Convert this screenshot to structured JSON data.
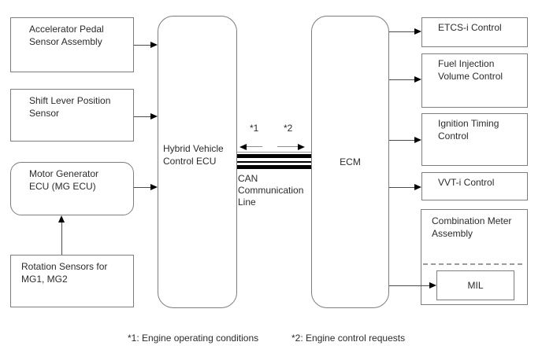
{
  "boxes": {
    "accelerator": {
      "label": "Accelerator Pedal\nSensor Assembly"
    },
    "shift": {
      "label": "Shift Lever Position\nSensor"
    },
    "mg_ecu": {
      "label": "Motor Generator\nECU (MG ECU)"
    },
    "rotation": {
      "label": "Rotation Sensors for\nMG1, MG2"
    },
    "hv_ecu": {
      "label": "Hybrid Vehicle\nControl ECU"
    },
    "ecm": {
      "label": "ECM"
    },
    "etcs": {
      "label": "ETCS-i Control"
    },
    "fuel": {
      "label": "Fuel Injection\nVolume Control"
    },
    "ignition": {
      "label": "Ignition Timing\nControl"
    },
    "vvt": {
      "label": "VVT-i Control"
    },
    "combination_meter": {
      "label": "Combination Meter\nAssembly"
    },
    "mil": {
      "label": "MIL"
    }
  },
  "can": {
    "label": "CAN\nCommunication\nLine",
    "ref1": "*1",
    "ref2": "*2"
  },
  "footnotes": {
    "note1": "*1: Engine operating conditions",
    "note2": "*2: Engine control requests"
  },
  "connections": [
    {
      "from": "Accelerator Pedal Sensor Assembly",
      "to": "Hybrid Vehicle Control ECU"
    },
    {
      "from": "Shift Lever Position Sensor",
      "to": "Hybrid Vehicle Control ECU"
    },
    {
      "from": "Motor Generator ECU (MG ECU)",
      "to": "Hybrid Vehicle Control ECU"
    },
    {
      "from": "Rotation Sensors for MG1, MG2",
      "to": "Motor Generator ECU (MG ECU)"
    },
    {
      "from": "Hybrid Vehicle Control ECU",
      "to": "ECM",
      "via": "CAN Communication Line",
      "left_arrow": "*1",
      "right_arrow": "*2"
    },
    {
      "from": "ECM",
      "to": "ETCS-i Control"
    },
    {
      "from": "ECM",
      "to": "Fuel Injection Volume Control"
    },
    {
      "from": "ECM",
      "to": "Ignition Timing Control"
    },
    {
      "from": "ECM",
      "to": "VVT-i Control"
    },
    {
      "from": "ECM",
      "to": "MIL"
    }
  ],
  "colors": {
    "background": "#ffffff",
    "box_border": "#7d7d7d",
    "connector_line": "#4c4c4c",
    "arrowhead": "#000000",
    "can_bus": "#000000",
    "dashed_divider": "#9b9b9b",
    "text": "#2b2b2b"
  }
}
